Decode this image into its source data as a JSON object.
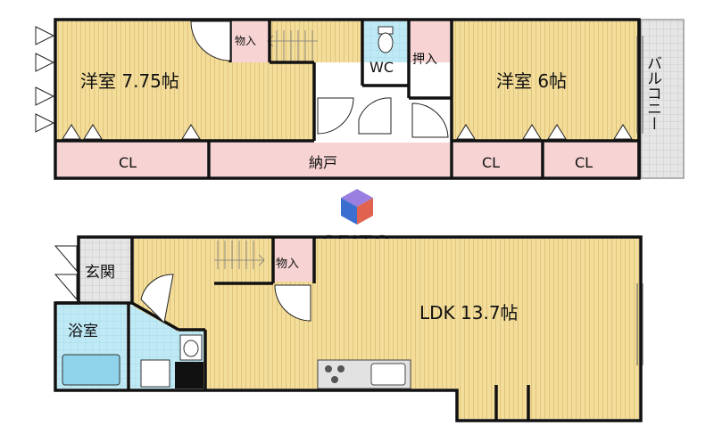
{
  "colors": {
    "room": "#f3dd9a",
    "storage": "#f7d3d3",
    "water": "#bfeaf5",
    "entry": "#e4e4e4",
    "balcony": "#e6e6e6",
    "wall": "#111111",
    "logo_violet": "#7b54c4",
    "logo_blue": "#3a6fd0",
    "logo_red": "#e0624f"
  },
  "upper_floor": {
    "room_left": "洋室 7.75帖",
    "room_right": "洋室 6帖",
    "closet_left": "CL",
    "closet_right_1": "CL",
    "closet_right_2": "CL",
    "storeroom": "納戸",
    "storage_stair": "物入",
    "oshiire": "押入",
    "toilet": "WC",
    "balcony": "バルコニー"
  },
  "lower_floor": {
    "ldk": "LDK 13.7帖",
    "genkan": "玄関",
    "bathroom": "浴室",
    "storage_stair": "物入"
  },
  "logo": {
    "text": "SEITO",
    "icon": "cube-logo-icon"
  }
}
